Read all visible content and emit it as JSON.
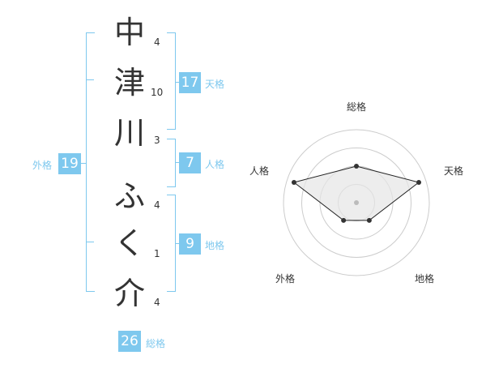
{
  "name": {
    "characters": [
      {
        "char": "中",
        "strokes": "4"
      },
      {
        "char": "津",
        "strokes": "10"
      },
      {
        "char": "川",
        "strokes": "3"
      },
      {
        "char": "ふ",
        "strokes": "4"
      },
      {
        "char": "く",
        "strokes": "1"
      },
      {
        "char": "介",
        "strokes": "4"
      }
    ]
  },
  "kakusu": {
    "tenkaku": {
      "value": "17",
      "label": "天格"
    },
    "jinkaku": {
      "value": "7",
      "label": "人格"
    },
    "chikaku": {
      "value": "9",
      "label": "地格"
    },
    "gaikaku": {
      "value": "19",
      "label": "外格"
    },
    "soukaku": {
      "value": "26",
      "label": "総格"
    }
  },
  "radar": {
    "axes": [
      "総格",
      "天格",
      "地格",
      "外格",
      "人格"
    ],
    "values": [
      0.5,
      0.9,
      0.3,
      0.3,
      0.9
    ],
    "colors": {
      "fill": "#e6e6e6",
      "line": "#222222",
      "grid": "#cccccc",
      "point": "#333333",
      "center": "#bbbbbb"
    }
  },
  "colors": {
    "accent": "#7ec8ee",
    "text": "#333333"
  }
}
